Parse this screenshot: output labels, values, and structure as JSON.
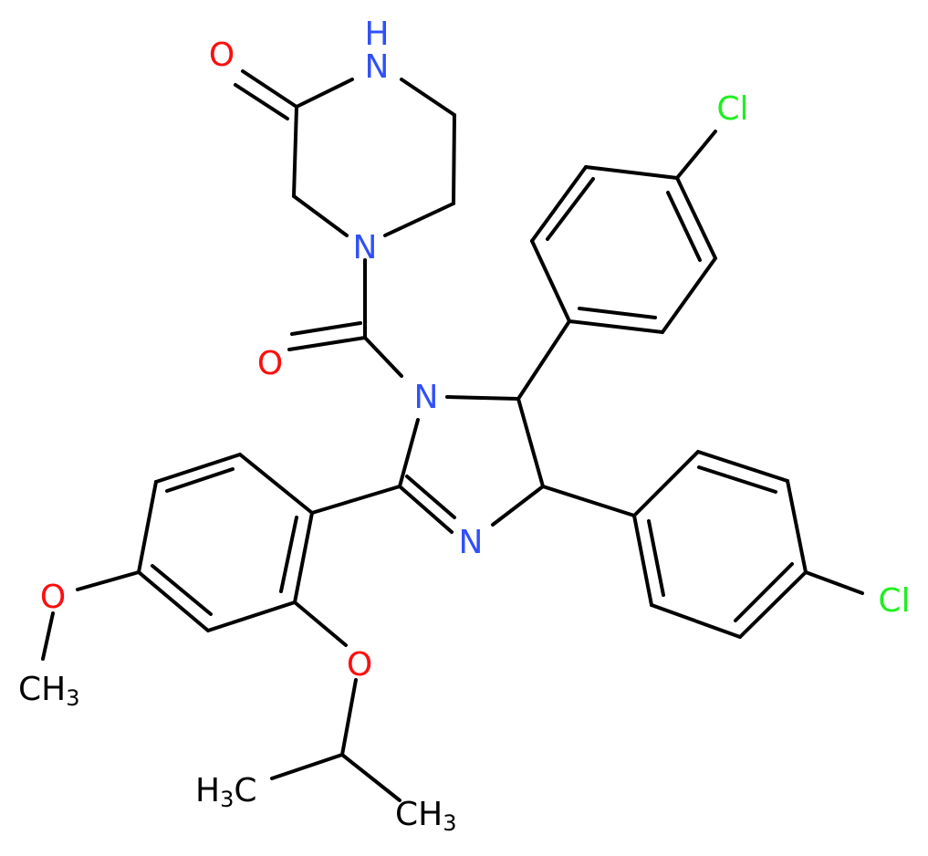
{
  "colors": {
    "bond": "#000000",
    "oxygen": "#ff0d0d",
    "nitrogen": "#3050f8",
    "chlorine": "#1ff01f",
    "carbon_label": "#000000",
    "background": "#ffffff"
  },
  "atoms": {
    "o_lactam": "O",
    "nh_lactam": "N",
    "h_lactam": "H",
    "n_piperazine": "N",
    "o_carbonyl": "O",
    "n1_imidazoline": "N",
    "n3_imidazoline": "N",
    "o_isopropoxy": "O",
    "o_methoxy": "O",
    "cl_top": "Cl",
    "cl_right": "Cl",
    "ch3_methoxy": "CH",
    "ch3_methoxy_sub": "3",
    "h3c_left_main": "H",
    "h3c_left_sub": "3",
    "h3c_left_tail": "C",
    "ch3_right": "CH",
    "ch3_right_sub": "3"
  }
}
